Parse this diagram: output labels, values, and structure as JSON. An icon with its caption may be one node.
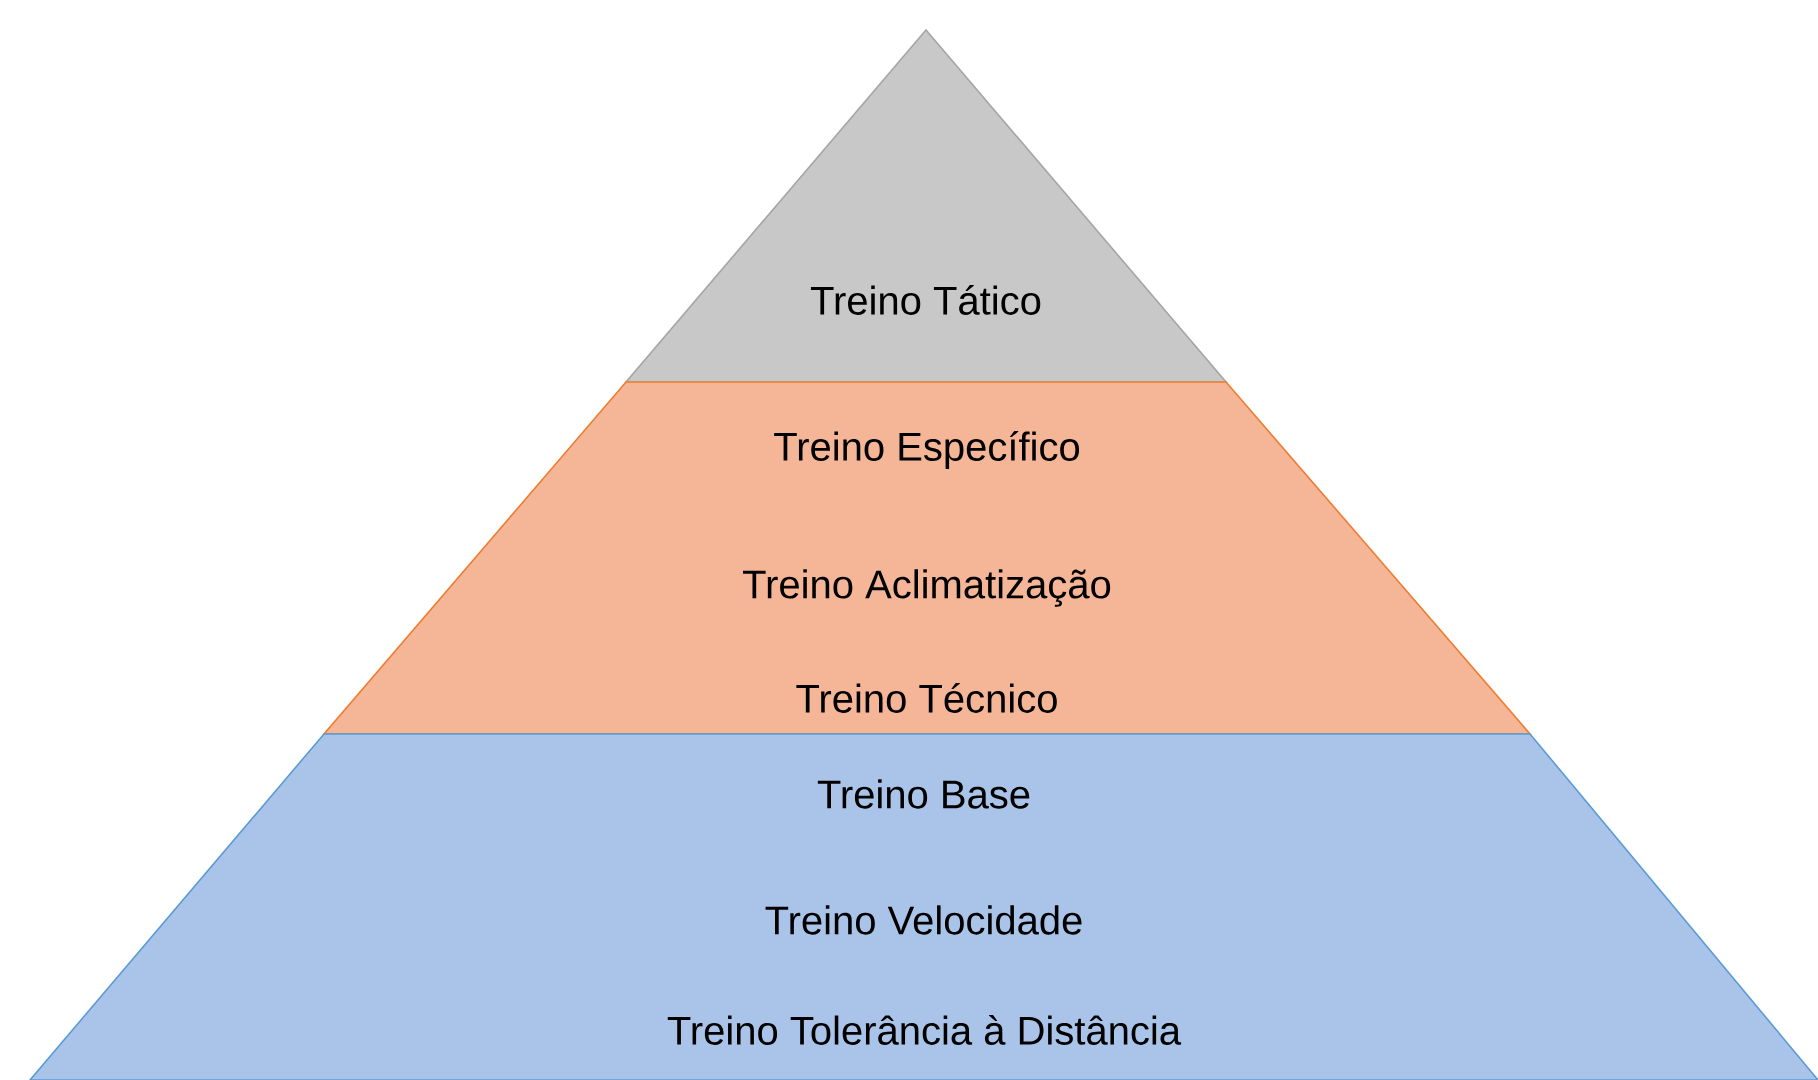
{
  "diagram": {
    "nodes": [
      {
        "text": [
          "Treino Tático"
        ]
      },
      {
        "text": [
          "Treino Específico",
          "Treino Aclimatização",
          "Treino Técnico"
        ]
      },
      {
        "text": [
          "Treino Base",
          "Treino Velocidade",
          "Treino Tolerância à Distância"
        ]
      }
    ]
  }
}
